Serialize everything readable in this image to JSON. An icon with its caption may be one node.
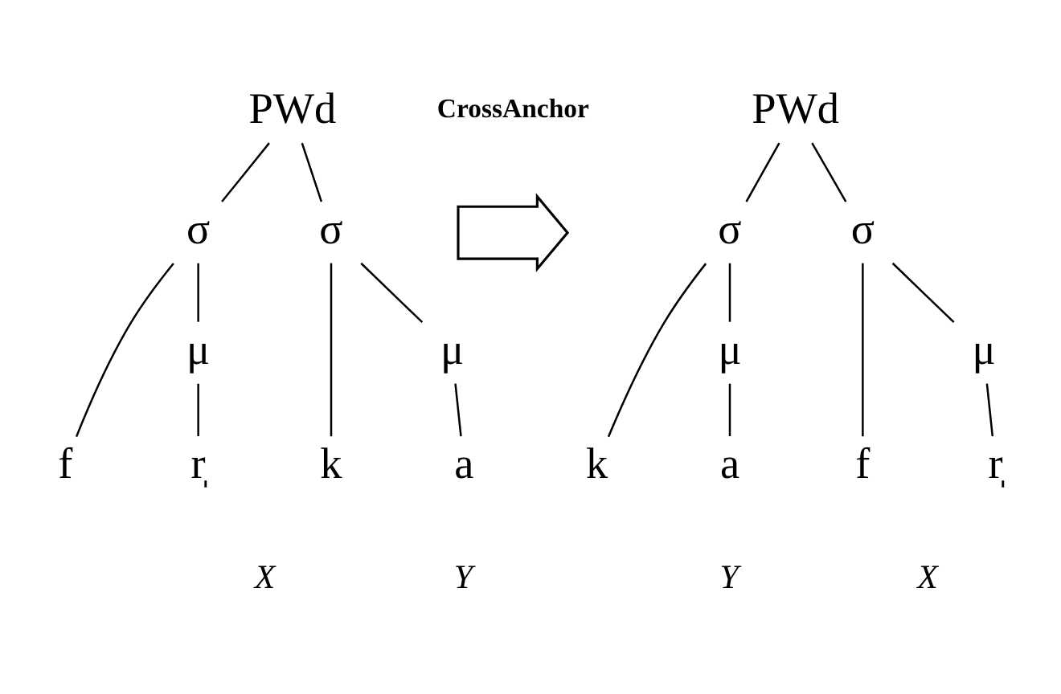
{
  "diagram": {
    "nodes": [
      {
        "text": [
          "PWd"
        ]
      },
      {
        "text": [
          "σ"
        ]
      },
      {
        "text": [
          "σ"
        ]
      },
      {
        "text": [
          "μ"
        ]
      },
      {
        "text": [
          "μ"
        ]
      },
      {
        "text": [
          "f"
        ]
      },
      {
        "text": [
          "r̩"
        ]
      },
      {
        "text": [
          "k"
        ]
      },
      {
        "text": [
          "a"
        ]
      },
      {
        "text": [],
        "shape": "arrow",
        "beside": [
          "CrossAnchor"
        ]
      },
      {
        "text": [
          "PWd"
        ]
      },
      {
        "text": [
          "σ"
        ]
      },
      {
        "text": [
          "σ"
        ]
      },
      {
        "text": [
          "μ"
        ]
      },
      {
        "text": [
          "μ"
        ]
      },
      {
        "text": [
          "k"
        ]
      },
      {
        "text": [
          "a"
        ]
      },
      {
        "text": [
          "f"
        ]
      },
      {
        "text": [
          "r̩"
        ]
      }
    ],
    "edges": [
      {
        "from": 0,
        "to": 1,
        "arrow": "none"
      },
      {
        "from": 0,
        "to": 2,
        "arrow": "none"
      },
      {
        "from": 1,
        "to": 5,
        "arrow": "none"
      },
      {
        "from": 1,
        "to": 3,
        "arrow": "none"
      },
      {
        "from": 3,
        "to": 6,
        "arrow": "none"
      },
      {
        "from": 2,
        "to": 7,
        "arrow": "none"
      },
      {
        "from": 2,
        "to": 4,
        "arrow": "none"
      },
      {
        "from": 4,
        "to": 8,
        "arrow": "none"
      },
      {
        "from": 10,
        "to": 11,
        "arrow": "none"
      },
      {
        "from": 10,
        "to": 12,
        "arrow": "none"
      },
      {
        "from": 11,
        "to": 15,
        "arrow": "none"
      },
      {
        "from": 11,
        "to": 13,
        "arrow": "none"
      },
      {
        "from": 13,
        "to": 16,
        "arrow": "none"
      },
      {
        "from": 12,
        "to": 17,
        "arrow": "none"
      },
      {
        "from": 12,
        "to": 14,
        "arrow": "none"
      },
      {
        "from": 14,
        "to": 18,
        "arrow": "none"
      }
    ],
    "labels": [
      "X",
      "Y",
      "Y",
      "X"
    ]
  }
}
